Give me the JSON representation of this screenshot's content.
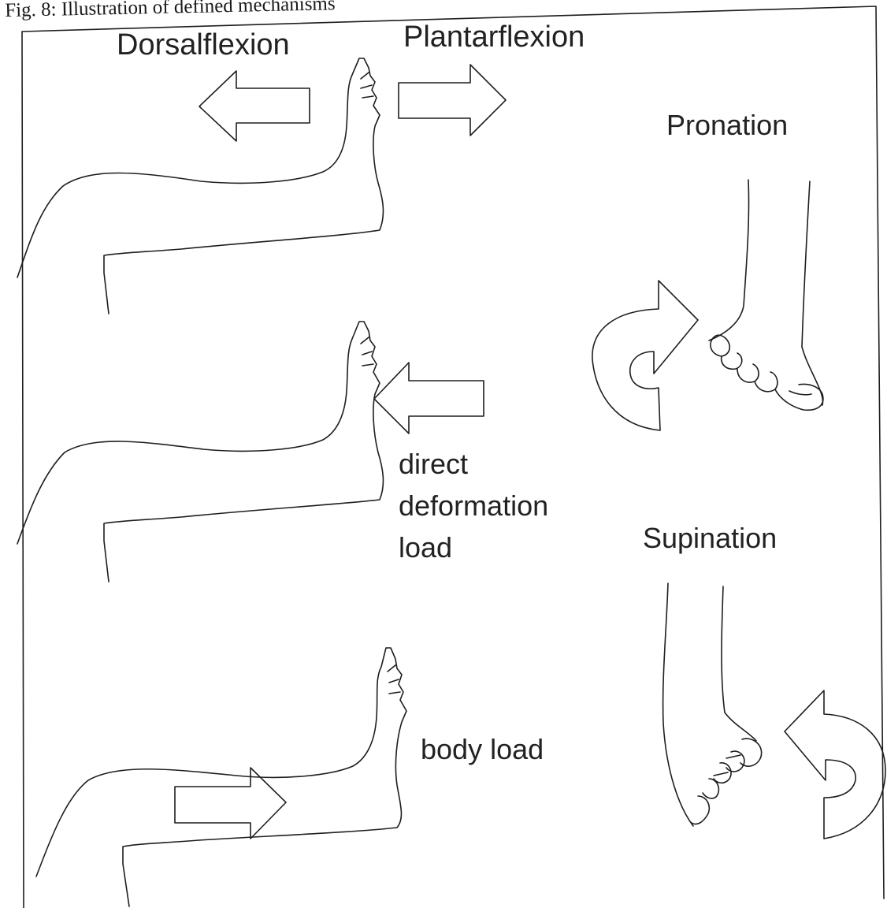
{
  "figure": {
    "caption": "Fig. 8: Illustration of defined mechanisms",
    "labels": {
      "dorsalflexion": "Dorsalflexion",
      "plantarflexion": "Plantarflexion",
      "pronation": "Pronation",
      "supination": "Supination",
      "direct_line1": "direct",
      "direct_line2": "deformation",
      "direct_line3": "load",
      "body_load": "body load"
    }
  }
}
